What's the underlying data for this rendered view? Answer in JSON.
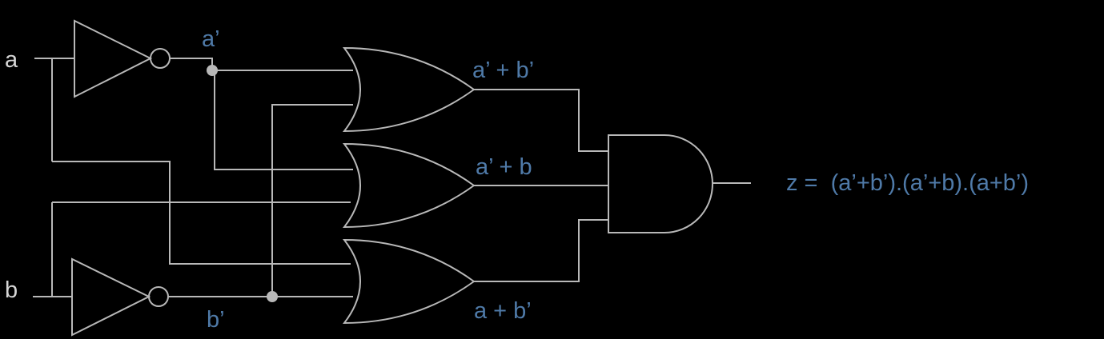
{
  "colors": {
    "background": "#000000",
    "wire": "#b8b8b8",
    "input_label": "#d6d6d6",
    "signal_label": "#4f7aa8"
  },
  "inputs": {
    "a": "a",
    "b": "b"
  },
  "signals": {
    "a_not": "a’",
    "b_not": "b’",
    "or1_out": "a’ + b’",
    "or2_out": "a’ + b",
    "or3_out": "a + b’"
  },
  "output": {
    "expression": "z =  (a’+b’).(a’+b).(a+b’)"
  }
}
